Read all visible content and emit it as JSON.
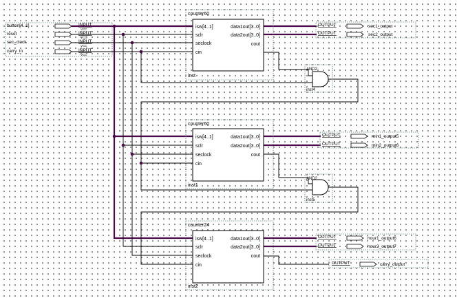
{
  "schematic": {
    "inputs": [
      {
        "name": "button[4..1]",
        "tag": "INPUT",
        "vcc": "VCC"
      },
      {
        "name": "reset",
        "tag": "INPUT",
        "vcc": "VCC"
      },
      {
        "name": "sec_clock",
        "tag": "INPUT",
        "vcc": "VCC"
      },
      {
        "name": "carry_in",
        "tag": "INPUT",
        "vcc": "VCC"
      }
    ],
    "blocks": [
      {
        "type": "counter60",
        "inst": "inst",
        "ports_in": [
          "isw[4..1]",
          "sclr",
          "seclock",
          "cin"
        ],
        "ports_out": [
          "data1out[3..0]",
          "data2out[3..0]",
          "cout"
        ]
      },
      {
        "type": "counter60",
        "inst": "inst1",
        "ports_in": [
          "isw[4..1]",
          "sclr",
          "seclock",
          "cin"
        ],
        "ports_out": [
          "data1out[3..0]",
          "data2out[3..0]",
          "cout"
        ]
      },
      {
        "type": "counter24",
        "inst": "inst2",
        "ports_in": [
          "isw[4..1]",
          "sclr",
          "seclock",
          "cin"
        ],
        "ports_out": [
          "data1out[3..0]",
          "data2out[3..0]",
          "cout"
        ]
      }
    ],
    "gates": [
      {
        "type": "AND2",
        "inst": "inst4"
      },
      {
        "type": "AND2",
        "inst": "inst5"
      }
    ],
    "outputs": [
      {
        "tag": "OUTPUT",
        "name": "sec1_output"
      },
      {
        "tag": "OUTPUT",
        "name": "sec2_output"
      },
      {
        "tag": "OUTPUT",
        "name": "min1_output5"
      },
      {
        "tag": "OUTPUT",
        "name": "min2_output6"
      },
      {
        "tag": "OUTPUT",
        "name": "hour1_output6"
      },
      {
        "tag": "OUTPUT",
        "name": "hour2_output7"
      },
      {
        "tag": "OUTPUT",
        "name": "carry_output"
      }
    ]
  },
  "colors": {
    "wire": "#000000",
    "bus": "#4a0a4a",
    "junction": "#4a0a4a",
    "frame": "#5c7878"
  }
}
